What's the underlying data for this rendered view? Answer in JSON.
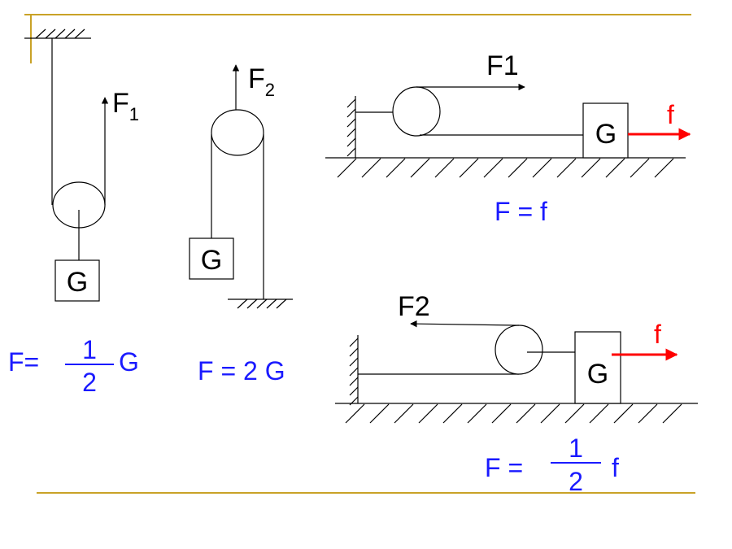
{
  "colors": {
    "frame_gold": "#c9a227",
    "ink": "#000000",
    "formula_blue": "#1a1aff",
    "friction_red": "#ff0000"
  },
  "movable_pulley": {
    "force_label": "F",
    "force_subscript": "1",
    "load_label": "G",
    "formula_prefix": "F=",
    "formula_num": "1",
    "formula_den": "2",
    "formula_suffix": "G"
  },
  "inverted_pulley": {
    "force_label": "F",
    "force_subscript": "2",
    "load_label": "G",
    "formula": "F = 2 G"
  },
  "horizontal_fixed": {
    "force_label": "F1",
    "load_label": "G",
    "friction_label": "f",
    "formula": "F =  f"
  },
  "horizontal_movable": {
    "force_label": "F2",
    "load_label": "G",
    "friction_label": "f",
    "formula_prefix": "F =",
    "formula_num": "1",
    "formula_den": "2",
    "formula_suffix": "f"
  }
}
